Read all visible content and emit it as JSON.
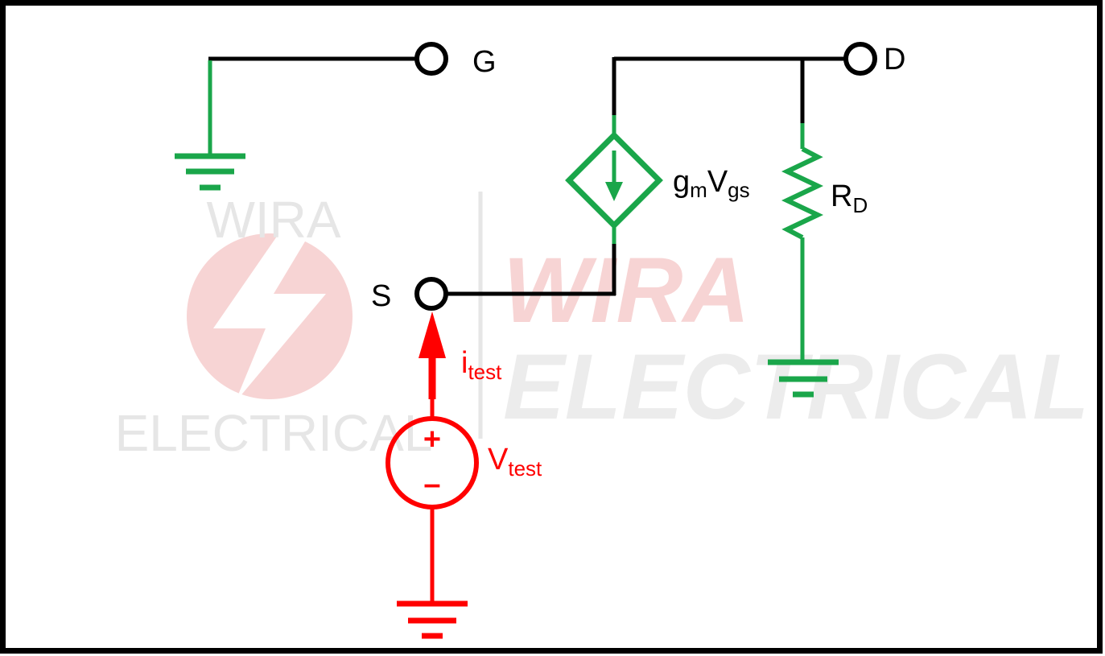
{
  "colors": {
    "wire": "#000000",
    "component": "#1aa64a",
    "test_source": "#ff0000",
    "background": "#ffffff",
    "watermark_gray": "#e6e6e6",
    "watermark_red": "#f7d4d4"
  },
  "terminals": {
    "gate": "G",
    "drain": "D",
    "source": "S"
  },
  "dependent_source": {
    "main": "g",
    "main_sub": "m",
    "var": "V",
    "var_sub": "gs"
  },
  "resistor": {
    "main": "R",
    "sub": "D"
  },
  "test_current": {
    "main": "i",
    "sub": "test"
  },
  "test_voltage": {
    "main": "V",
    "sub": "test",
    "plus": "+",
    "minus": "–"
  },
  "watermark": {
    "small_top": "WIRA",
    "small_bottom": "ELECTRICAL",
    "large_top": "WIRA",
    "large_bottom": "ELECTRICAL"
  }
}
